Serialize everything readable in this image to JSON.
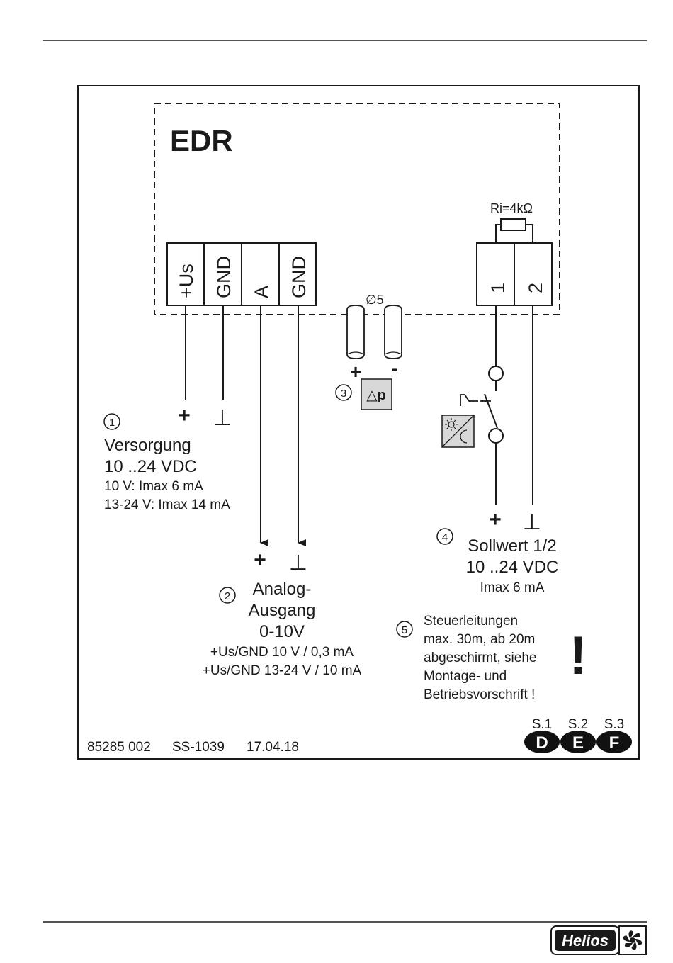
{
  "title": "EDR",
  "resistor_label": "Ri=4kΩ",
  "terminals_left": [
    "+Us",
    "GND",
    "A",
    "GND"
  ],
  "terminals_right": [
    "1",
    "2"
  ],
  "tube_diameter": "∅5",
  "tube_plus": "+",
  "tube_minus": "-",
  "pressure_symbol": "△p",
  "markers": {
    "n1": "1",
    "n2": "2",
    "n3": "3",
    "n4": "4",
    "n5": "5"
  },
  "sign_plus": "+",
  "sign_ground": "⊥",
  "supply": {
    "title": "Versorgung",
    "voltage": "10 ..24 VDC",
    "line1": "10 V: Imax 6 mA",
    "line2": "13-24 V: Imax 14 mA"
  },
  "analog": {
    "line1": "Analog-",
    "line2": "Ausgang",
    "line3": "0-10V",
    "line4": "+Us/GND 10 V / 0,3 mA",
    "line5": "+Us/GND 13-24 V / 10 mA"
  },
  "setpoint": {
    "title": "Sollwert 1/2",
    "voltage": "10 ..24 VDC",
    "current": "Imax 6 mA"
  },
  "note": {
    "lines": [
      "Steuerleitungen",
      "max. 30m, ab 20m",
      "abgeschirmt, siehe",
      "Montage- und",
      "Betriebsvorschrift !"
    ],
    "exclamation": "!"
  },
  "footer": {
    "doc_number": "85285 002",
    "ss_code": "SS-1039",
    "date": "17.04.18"
  },
  "languages": [
    {
      "page": "S.1",
      "code": "D"
    },
    {
      "page": "S.2",
      "code": "E"
    },
    {
      "page": "S.3",
      "code": "F"
    }
  ],
  "logo_text": "Helios",
  "colors": {
    "ink": "#1a1a1a",
    "symbol_fill": "#d8d8d8"
  }
}
